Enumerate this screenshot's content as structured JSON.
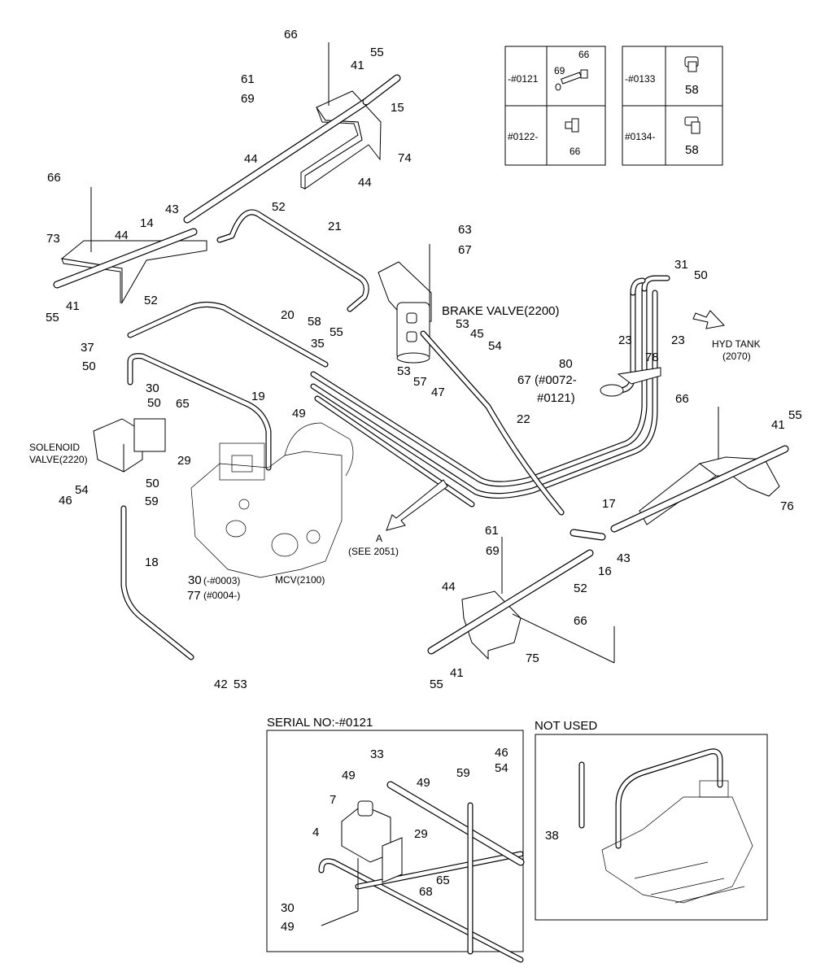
{
  "parts": [
    {
      "id": "p66a",
      "text": "66"
    },
    {
      "id": "p55a",
      "text": "55"
    },
    {
      "id": "p41a",
      "text": "41"
    },
    {
      "id": "p61a",
      "text": "61"
    },
    {
      "id": "p69a",
      "text": "69"
    },
    {
      "id": "p15",
      "text": "15"
    },
    {
      "id": "p44a",
      "text": "44"
    },
    {
      "id": "p44b",
      "text": "44"
    },
    {
      "id": "p74",
      "text": "74"
    },
    {
      "id": "p52a",
      "text": "52"
    },
    {
      "id": "p66b",
      "text": "66"
    },
    {
      "id": "p43a",
      "text": "43"
    },
    {
      "id": "p14",
      "text": "14"
    },
    {
      "id": "p73",
      "text": "73"
    },
    {
      "id": "p44c",
      "text": "44"
    },
    {
      "id": "p21",
      "text": "21"
    },
    {
      "id": "p41b",
      "text": "41"
    },
    {
      "id": "p55b",
      "text": "55"
    },
    {
      "id": "p52b",
      "text": "52"
    },
    {
      "id": "p63",
      "text": "63"
    },
    {
      "id": "p67a",
      "text": "67"
    },
    {
      "id": "p31",
      "text": "31"
    },
    {
      "id": "p50a",
      "text": "50"
    },
    {
      "id": "p58a",
      "text": "58"
    },
    {
      "id": "p55c",
      "text": "55"
    },
    {
      "id": "p20",
      "text": "20"
    },
    {
      "id": "p53a",
      "text": "53"
    },
    {
      "id": "p45",
      "text": "45"
    },
    {
      "id": "p37",
      "text": "37"
    },
    {
      "id": "p35",
      "text": "35"
    },
    {
      "id": "p54a",
      "text": "54"
    },
    {
      "id": "p23a",
      "text": "23"
    },
    {
      "id": "p23b",
      "text": "23"
    },
    {
      "id": "p50b",
      "text": "50"
    },
    {
      "id": "p53b",
      "text": "53"
    },
    {
      "id": "p57",
      "text": "57"
    },
    {
      "id": "p47",
      "text": "47"
    },
    {
      "id": "p80",
      "text": "80"
    },
    {
      "id": "p78",
      "text": "78"
    },
    {
      "id": "p30a",
      "text": "30"
    },
    {
      "id": "p50c",
      "text": "50"
    },
    {
      "id": "p65a",
      "text": "65"
    },
    {
      "id": "p19",
      "text": "19"
    },
    {
      "id": "p49a",
      "text": "49"
    },
    {
      "id": "p22",
      "text": "22"
    },
    {
      "id": "p66c",
      "text": "66"
    },
    {
      "id": "p41c",
      "text": "41"
    },
    {
      "id": "p55d",
      "text": "55"
    },
    {
      "id": "p29a",
      "text": "29"
    },
    {
      "id": "p50d",
      "text": "50"
    },
    {
      "id": "p54b",
      "text": "54"
    },
    {
      "id": "p46a",
      "text": "46"
    },
    {
      "id": "p59a",
      "text": "59"
    },
    {
      "id": "p76",
      "text": "76"
    },
    {
      "id": "p17",
      "text": "17"
    },
    {
      "id": "p61b",
      "text": "61"
    },
    {
      "id": "p69b",
      "text": "69"
    },
    {
      "id": "p43b",
      "text": "43"
    },
    {
      "id": "p16",
      "text": "16"
    },
    {
      "id": "p18",
      "text": "18"
    },
    {
      "id": "p44d",
      "text": "44"
    },
    {
      "id": "p52c",
      "text": "52"
    },
    {
      "id": "p66d",
      "text": "66"
    },
    {
      "id": "p75",
      "text": "75"
    },
    {
      "id": "p41d",
      "text": "41"
    },
    {
      "id": "p55e",
      "text": "55"
    },
    {
      "id": "p42",
      "text": "42"
    },
    {
      "id": "p53c",
      "text": "53"
    },
    {
      "id": "p77",
      "text": "77"
    },
    {
      "id": "p33",
      "text": "33"
    },
    {
      "id": "p46b",
      "text": "46"
    },
    {
      "id": "p49b",
      "text": "49"
    },
    {
      "id": "p49c",
      "text": "49"
    },
    {
      "id": "p59b",
      "text": "59"
    },
    {
      "id": "p54c",
      "text": "54"
    },
    {
      "id": "p7",
      "text": "7"
    },
    {
      "id": "p4",
      "text": "4"
    },
    {
      "id": "p29b",
      "text": "29"
    },
    {
      "id": "p68",
      "text": "68"
    },
    {
      "id": "p65b",
      "text": "65"
    },
    {
      "id": "p30b",
      "text": "30"
    },
    {
      "id": "p49d",
      "text": "49"
    },
    {
      "id": "p38",
      "text": "38"
    }
  ],
  "captions": {
    "brake_valve": "BRAKE VALVE(2200)",
    "hyd_tank_1": "HYD TANK",
    "hyd_tank_2": "(2070)",
    "solenoid_1": "SOLENOID",
    "solenoid_2": "VALVE(2220)",
    "mcv": "MCV(2100)",
    "see_a": "A",
    "see_a_2": "(SEE 2051)",
    "serial_30": "(-#0003)",
    "serial_77": "(#0004-)",
    "serial_67a": "(#0072-",
    "serial_67b": "#0121)",
    "serial_box_title": "SERIAL NO:-#0121",
    "not_used_title": "NOT USED"
  },
  "serial_table_left": {
    "rows": [
      {
        "serial": "-#0121",
        "parts": [
          "69",
          "66"
        ]
      },
      {
        "serial": "#0122-",
        "parts": [
          "66"
        ]
      }
    ]
  },
  "serial_table_right": {
    "rows": [
      {
        "serial": "-#0133",
        "parts": [
          "58"
        ]
      },
      {
        "serial": "#0134-",
        "parts": [
          "58"
        ]
      }
    ]
  }
}
